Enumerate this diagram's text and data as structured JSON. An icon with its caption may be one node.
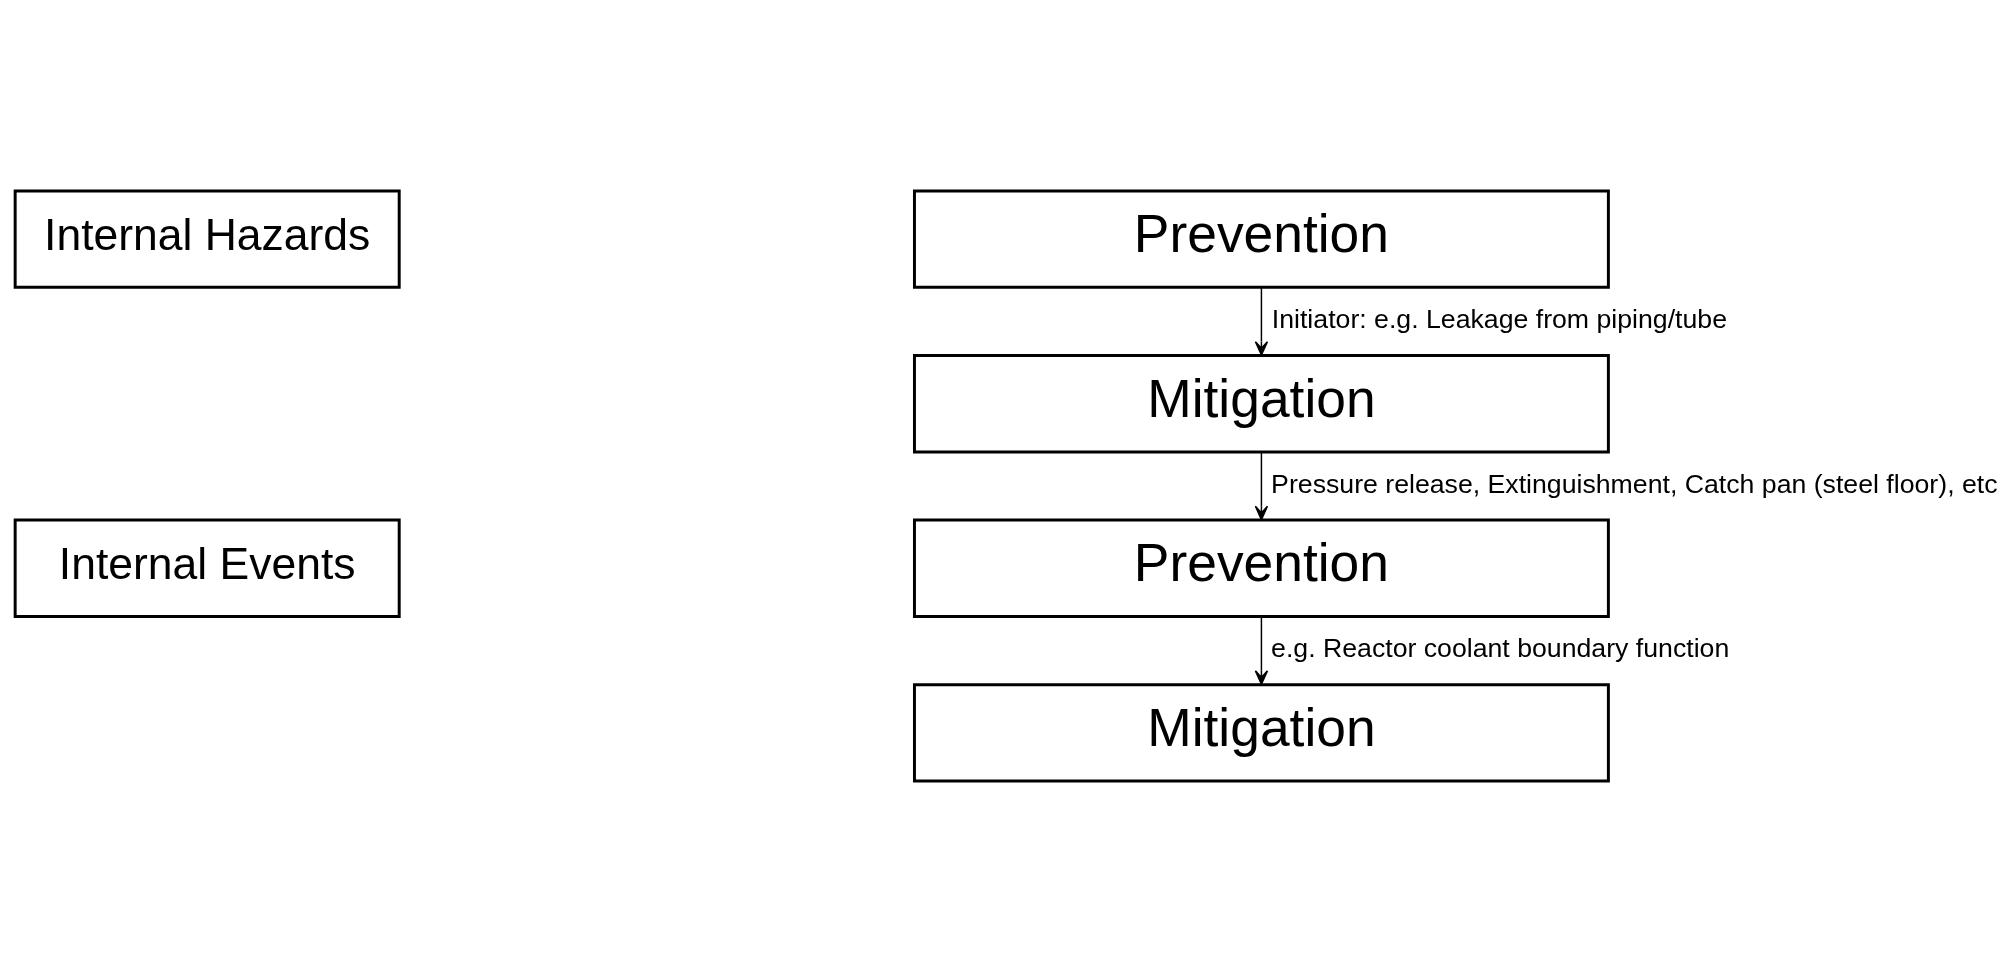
{
  "diagram": {
    "nodes": [
      {
        "text": [
          "Internal Hazards"
        ]
      },
      {
        "text": [
          "Prevention"
        ]
      },
      {
        "text": [
          "Mitigation"
        ]
      },
      {
        "text": [
          "Internal Events"
        ]
      },
      {
        "text": [
          "Prevention"
        ]
      },
      {
        "text": [
          "Mitigation"
        ]
      }
    ],
    "edges": [
      {
        "from": 1,
        "to": 2,
        "arrow": "to",
        "label": "Initiator: e.g. Leakage from piping/tube"
      },
      {
        "from": 2,
        "to": 4,
        "arrow": "to",
        "label": "Pressure release, Extinguishment, Catch pan (steel floor), etc"
      },
      {
        "from": 4,
        "to": 5,
        "arrow": "to",
        "label": "e.g. Reactor coolant boundary function"
      }
    ]
  }
}
